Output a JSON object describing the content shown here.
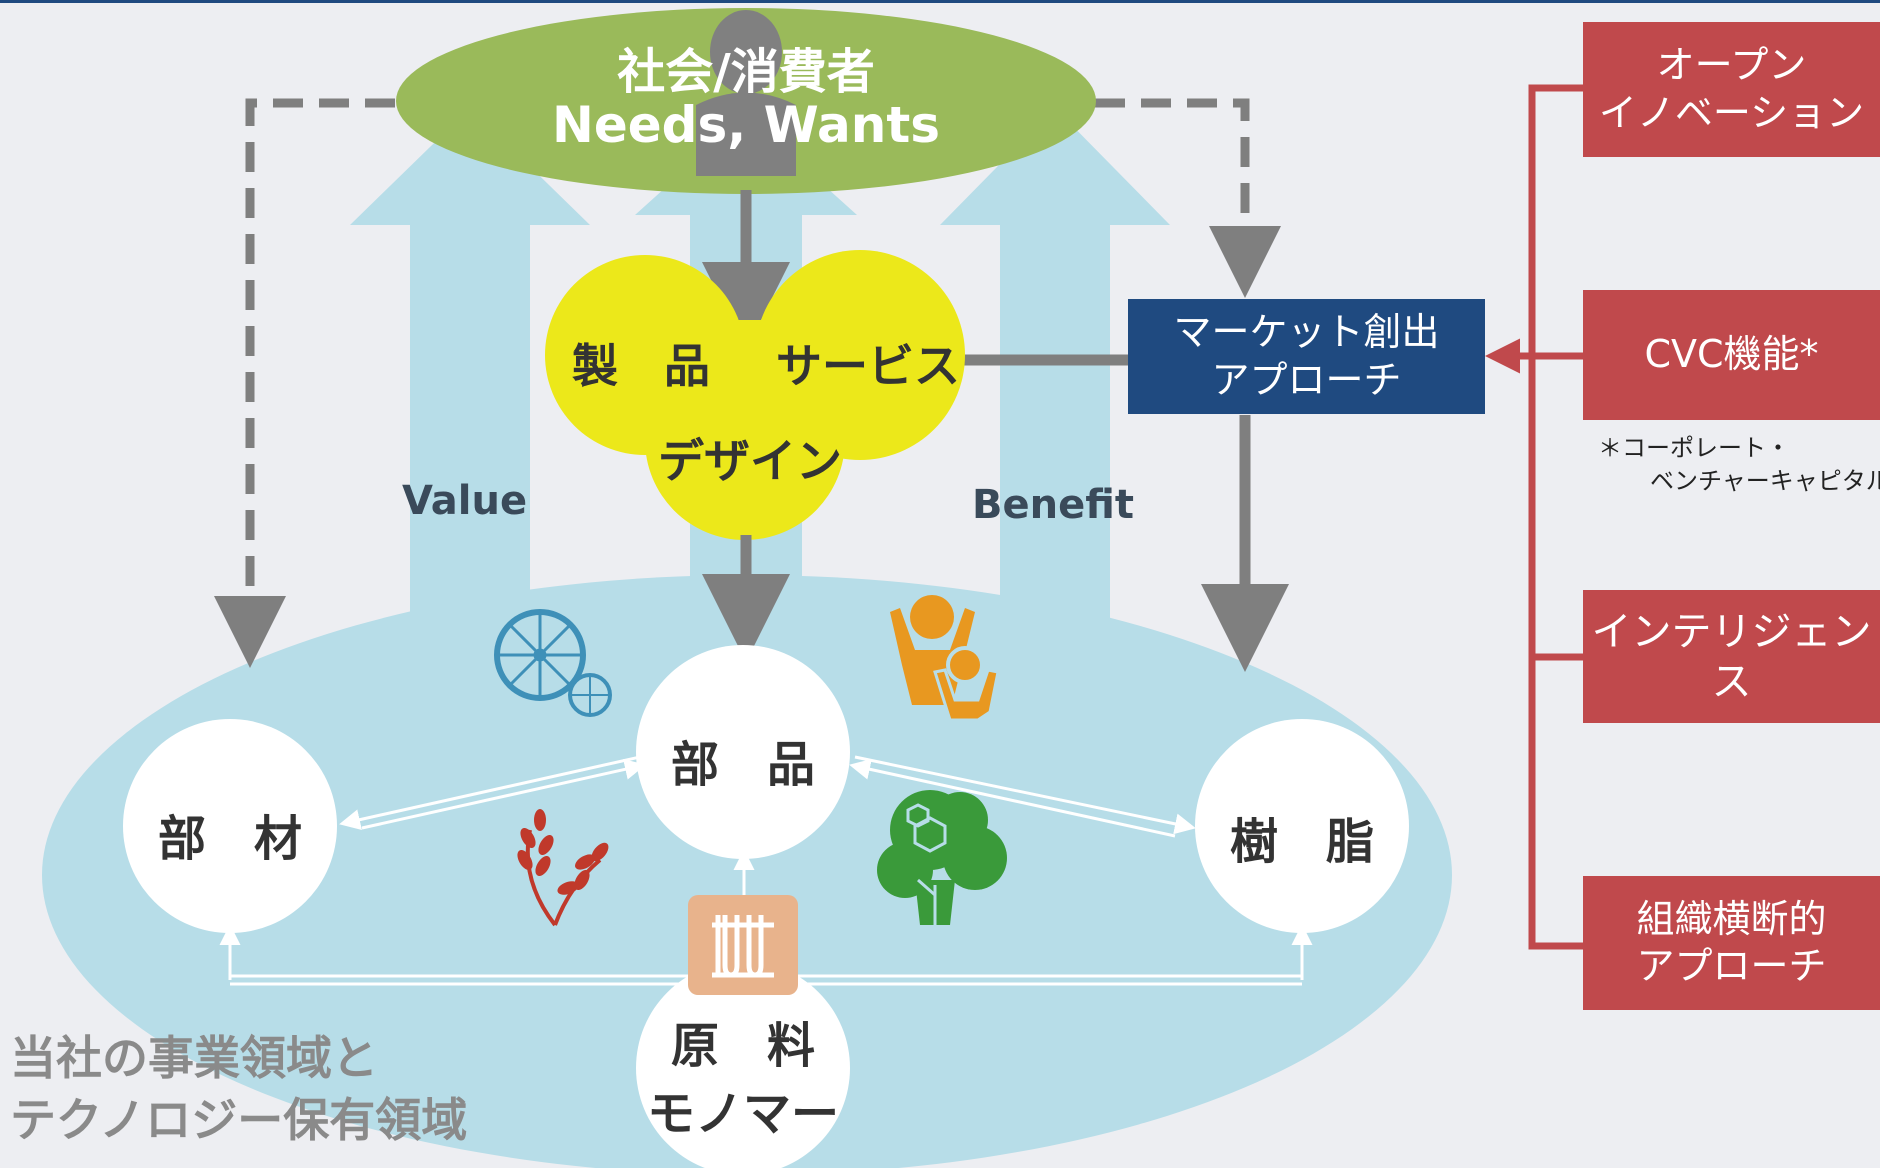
{
  "top_ellipse": {
    "line1": "社会/消費者",
    "line2": "Needs, Wants"
  },
  "venn": {
    "product": "製　品",
    "service": "サービス",
    "design": "デザイン"
  },
  "labels": {
    "value": "Value",
    "benefit": "Benefit"
  },
  "nodes": {
    "parts": "部　品",
    "members": "部　材",
    "resin": "樹　脂",
    "raw1": "原　料",
    "raw2": "モノマー"
  },
  "domain_label": {
    "line1": "当社の事業領域と",
    "line2": "テクノロジー保有領域"
  },
  "market_box": "マーケット創出\nアプローチ",
  "side_boxes": [
    "オープン\nイノベーション",
    "CVC機能*",
    "インテリジェンス",
    "組織横断的\nアプローチ"
  ],
  "cvc_note": {
    "line1": "＊コーポレート・",
    "line2": "ベンチャーキャピタル"
  },
  "colors": {
    "top_ellipse": "#9aba5a",
    "venn": "#ece81a",
    "domain": "#b7dde8",
    "navy": "#1f4a80",
    "red": "#c0494c",
    "arrow": "#7f7f7f"
  },
  "icons": [
    "wheel-icon",
    "family-icon",
    "wheat-icon",
    "tree-icon",
    "test-tubes-icon",
    "person-icon"
  ]
}
